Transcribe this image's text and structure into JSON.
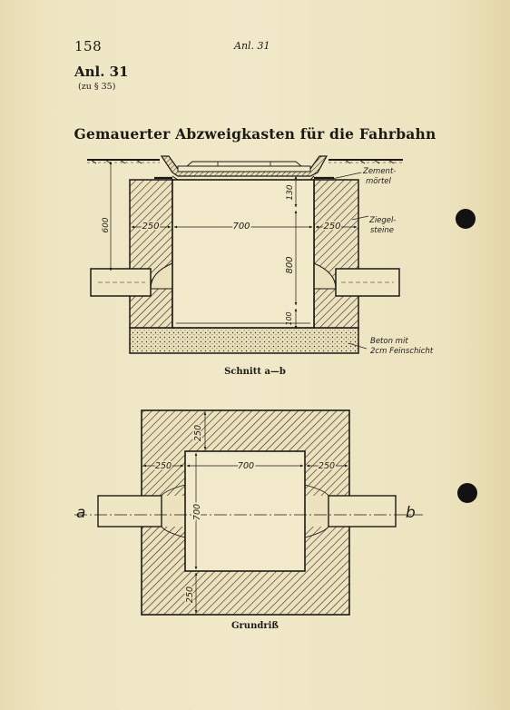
{
  "page": {
    "number": "158",
    "running_head": "Anl. 31",
    "annex_label": "Anl. 31",
    "annex_reference": "(zu § 35)"
  },
  "drawing": {
    "title": "Gemauerter Abzweigkasten für die Fahrbahn",
    "section": {
      "caption": "Schnitt a—b",
      "dims": {
        "depth_600": "600",
        "wall_left": "250",
        "inner_width": "700",
        "wall_right": "250",
        "cover_130": "130",
        "height_800": "800",
        "base_100": "100"
      },
      "notes": {
        "mortar": [
          "Zement-",
          "mörtel"
        ],
        "bricks": [
          "Ziegel-",
          "steine"
        ],
        "concrete": [
          "Beton mit",
          "2cm Feinschicht"
        ]
      }
    },
    "plan": {
      "caption": "Grundriß",
      "dims": {
        "wall_top": "250",
        "wall_left": "250",
        "inner_width": "700",
        "wall_right": "250",
        "inner_height": "700",
        "wall_bottom": "250"
      },
      "cut_labels": {
        "a": "a",
        "b": "b"
      }
    }
  }
}
